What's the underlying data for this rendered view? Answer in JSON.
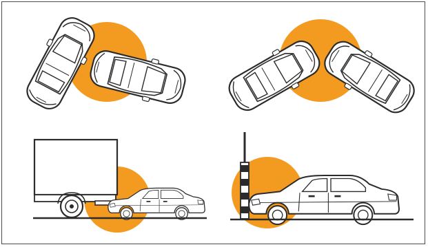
{
  "figure": {
    "panels": [
      {
        "id": "side-impact",
        "caption": ""
      },
      {
        "id": "front-corner-impact",
        "caption": ""
      },
      {
        "id": "truck-underride",
        "caption": ""
      },
      {
        "id": "pole-impact",
        "caption": ""
      }
    ]
  },
  "colors": {
    "accent": "#f39a21",
    "line": "#2b2b2b",
    "fill": "#ffffff"
  }
}
